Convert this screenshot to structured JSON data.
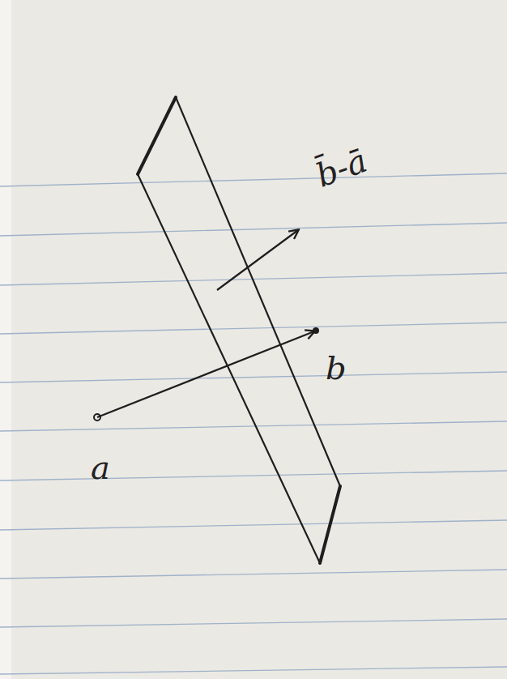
{
  "diagram": {
    "labels": [
      "a",
      "b",
      "b̄-ā"
    ]
  }
}
